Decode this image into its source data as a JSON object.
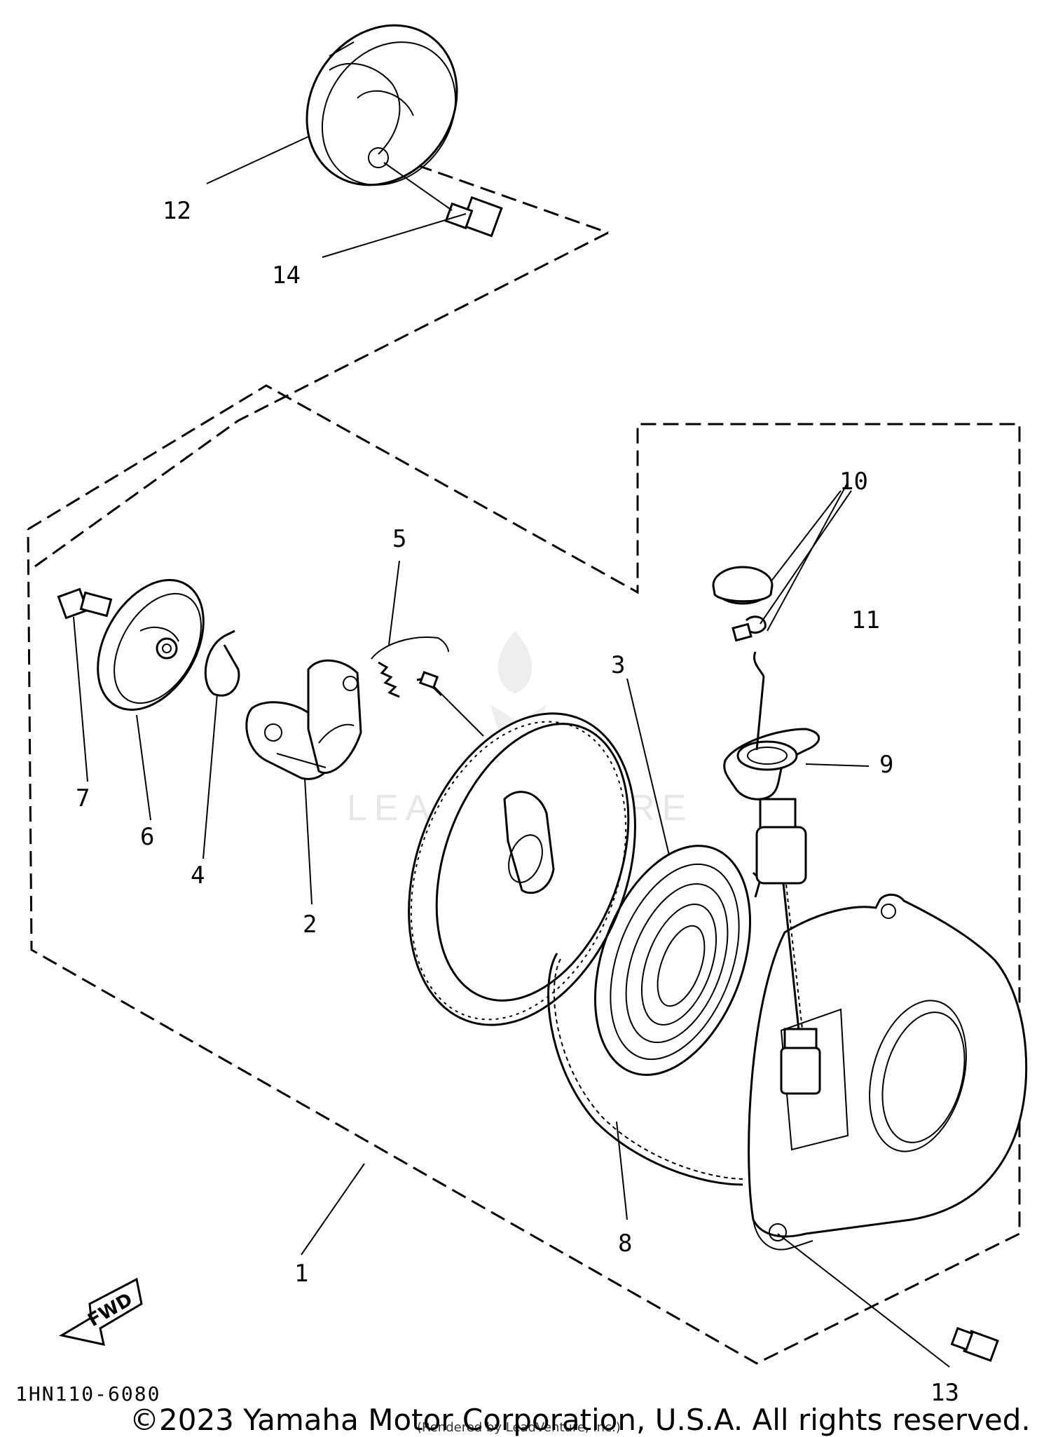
{
  "diagram": {
    "part_numbers": [
      "1",
      "2",
      "3",
      "4",
      "5",
      "6",
      "7",
      "8",
      "9",
      "10",
      "11",
      "12",
      "13",
      "14"
    ],
    "direction_label": "FWD",
    "diagram_code": "1HN110-6080",
    "watermark": "LEADVENTURE",
    "rendered_note": "(Rendered by LeadVenture, Inc.)",
    "copyright": "©2023 Yamaha Motor Corporation, U.S.A. All rights reserved."
  }
}
